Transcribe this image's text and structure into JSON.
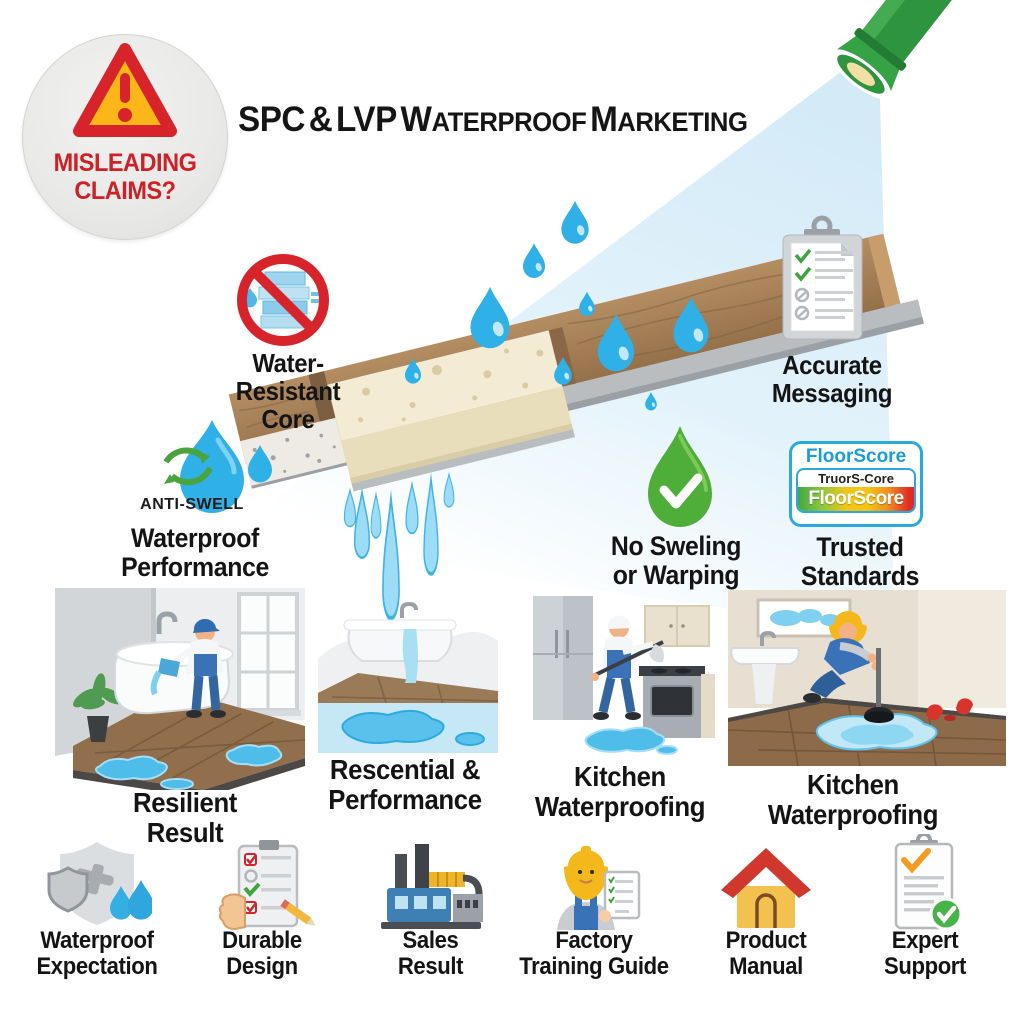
{
  "badge": {
    "line1": "MISLEADING",
    "line2": "CLAIMS?"
  },
  "title": "SPC & LVP WATERPROOF MARKETING",
  "callouts": {
    "water_resistant_core": {
      "icon": "no-water-resistant-core-icon",
      "line1": "Water-Resistant",
      "line2": "Core"
    },
    "accurate_messaging": {
      "icon": "checklist-clipboard-icon",
      "line1": "Accurate",
      "line2": "Messaging"
    },
    "anti_swell": {
      "icon": "anti-swell-drop-icon",
      "badge_text": "ANTI-SWELL",
      "line1": "Waterproof",
      "line2": "Performance"
    },
    "no_swelling": {
      "icon": "green-drop-check-icon",
      "line1": "No Sweling",
      "line2": "or Warping"
    },
    "trusted_standards": {
      "icon": "floorscore-logo",
      "logo_top": "FloorScore",
      "logo_middle": "TruorS-Core",
      "logo_bar": "FloorScore",
      "line1": "Trusted",
      "line2": "Standards"
    }
  },
  "illustrations": [
    {
      "scene": "bathroom-tub-worker-scene",
      "line1": "Resilient Result",
      "line2": ""
    },
    {
      "scene": "overflowing-tub-floor-scene",
      "line1": "Rescential &",
      "line2": "Performance"
    },
    {
      "scene": "kitchen-mopping-worker-scene",
      "line1": "Kitchen",
      "line2": "Waterproofing"
    },
    {
      "scene": "floor-plunger-worker-scene",
      "line1": "Kitchen",
      "line2": "Waterproofing"
    }
  ],
  "footer": [
    {
      "icon": "shield-drops-icon",
      "line1": "Waterproof",
      "line2": "Expectation"
    },
    {
      "icon": "clipboard-hand-icon",
      "line1": "Durable",
      "line2": "Design"
    },
    {
      "icon": "factory-icon",
      "line1": "Sales",
      "line2": "Result"
    },
    {
      "icon": "trainer-worker-icon",
      "line1": "Factory",
      "line2": "Training Guide"
    },
    {
      "icon": "house-icon",
      "line1": "Product",
      "line2": "Manual"
    },
    {
      "icon": "clipboard-check-icon",
      "line1": "Expert",
      "line2": "Support"
    }
  ],
  "colors": {
    "water_blue": "#2fb0e7",
    "beam_blue": "#d7ecf8",
    "wood_brown": "#a07a52",
    "core_cream": "#f3ebd4",
    "alert_red": "#d7242b",
    "alert_yellow": "#fcb618",
    "success_green": "#46b449",
    "floorscore_blue": "#1b9dd9"
  }
}
